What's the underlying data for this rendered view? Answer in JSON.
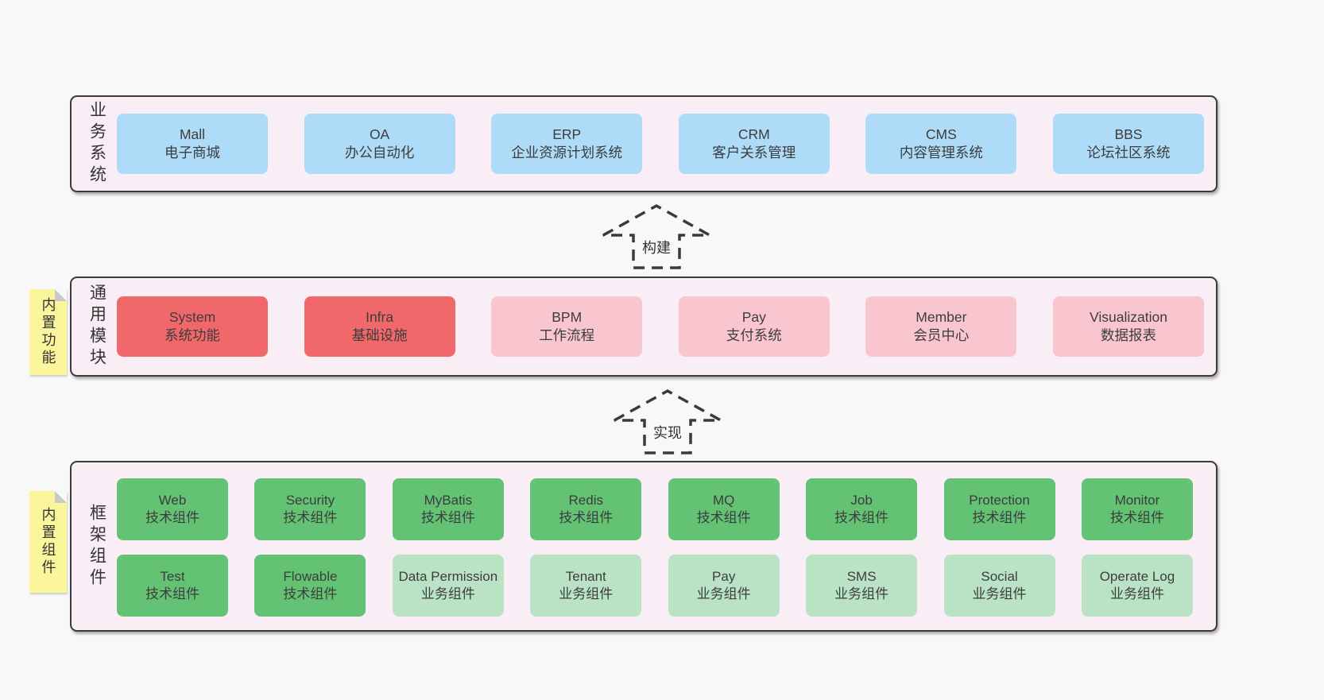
{
  "palette": {
    "page_bg": "#f8f8f8",
    "panel_bg": "#f9eef6",
    "panel_border": "#3b3b3b",
    "blue_box": "#aedbf7",
    "red_box": "#f1686b",
    "pink_box": "#f9c6cf",
    "green_box": "#63c274",
    "light_green_box": "#b9e3c4",
    "note_yellow": "#fbf59b",
    "note_fold_gray": "#c9c9c9",
    "text": "#3d3d3d"
  },
  "arrows": [
    {
      "label": "构建"
    },
    {
      "label": "实现"
    }
  ],
  "layers": [
    {
      "label": "业务系统",
      "boxes": [
        {
          "title": "Mall",
          "subtitle": "电子商城"
        },
        {
          "title": "OA",
          "subtitle": "办公自动化"
        },
        {
          "title": "ERP",
          "subtitle": "企业资源计划系统"
        },
        {
          "title": "CRM",
          "subtitle": "客户关系管理"
        },
        {
          "title": "CMS",
          "subtitle": "内容管理系统"
        },
        {
          "title": "BBS",
          "subtitle": "论坛社区系统"
        }
      ]
    },
    {
      "label": "通用模块",
      "note": "内置功能",
      "boxes": [
        {
          "title": "System",
          "subtitle": "系统功能"
        },
        {
          "title": "Infra",
          "subtitle": "基础设施"
        },
        {
          "title": "BPM",
          "subtitle": "工作流程"
        },
        {
          "title": "Pay",
          "subtitle": "支付系统"
        },
        {
          "title": "Member",
          "subtitle": "会员中心"
        },
        {
          "title": "Visualization",
          "subtitle": "数据报表"
        }
      ]
    },
    {
      "label": "框架组件",
      "note": "内置组件",
      "rows": [
        [
          {
            "title": "Web",
            "subtitle": "技术组件"
          },
          {
            "title": "Security",
            "subtitle": "技术组件"
          },
          {
            "title": "MyBatis",
            "subtitle": "技术组件"
          },
          {
            "title": "Redis",
            "subtitle": "技术组件"
          },
          {
            "title": "MQ",
            "subtitle": "技术组件"
          },
          {
            "title": "Job",
            "subtitle": "技术组件"
          },
          {
            "title": "Protection",
            "subtitle": "技术组件"
          },
          {
            "title": "Monitor",
            "subtitle": "技术组件"
          }
        ],
        [
          {
            "title": "Test",
            "subtitle": "技术组件"
          },
          {
            "title": "Flowable",
            "subtitle": "技术组件"
          },
          {
            "title": "Data Permission",
            "subtitle": "业务组件"
          },
          {
            "title": "Tenant",
            "subtitle": "业务组件"
          },
          {
            "title": "Pay",
            "subtitle": "业务组件"
          },
          {
            "title": "SMS",
            "subtitle": "业务组件"
          },
          {
            "title": "Social",
            "subtitle": "业务组件"
          },
          {
            "title": "Operate Log",
            "subtitle": "业务组件"
          }
        ]
      ]
    }
  ]
}
